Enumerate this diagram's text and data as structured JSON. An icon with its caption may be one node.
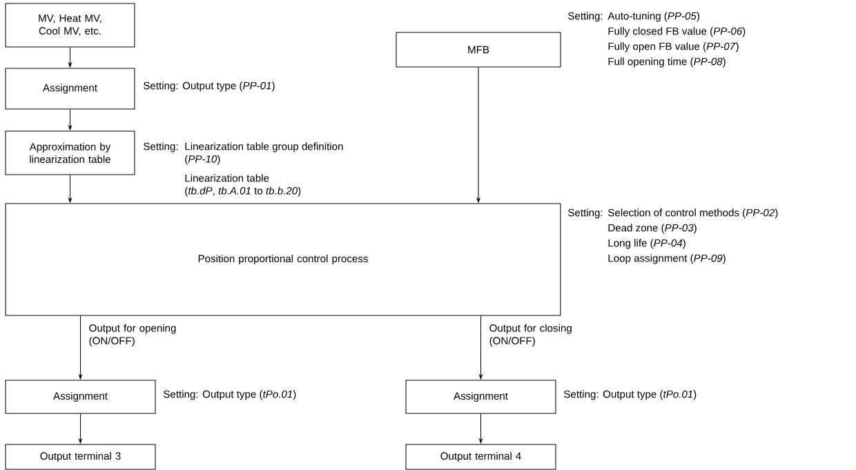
{
  "diagram": {
    "nodes": [
      {
        "text": [
          "MV, Heat MV, Cool MV, etc."
        ]
      },
      {
        "text": [
          "Assignment"
        ]
      },
      {
        "text": [
          "Approximation by linearization table"
        ]
      },
      {
        "text": [
          "MFB"
        ]
      },
      {
        "text": [
          "Position proportional control process"
        ]
      },
      {
        "text": [
          "Assignment"
        ]
      },
      {
        "text": [
          "Output terminal 3"
        ]
      },
      {
        "text": [
          "Assignment"
        ]
      },
      {
        "text": [
          "Output terminal 4"
        ]
      }
    ],
    "edges": [
      {
        "from": 0,
        "to": 1,
        "arrow": "to"
      },
      {
        "from": 1,
        "to": 2,
        "arrow": "to"
      },
      {
        "from": 2,
        "to": 4,
        "arrow": "to"
      },
      {
        "from": 3,
        "to": 4,
        "arrow": "to"
      },
      {
        "from": 4,
        "to": 5,
        "arrow": "to",
        "label": "Output for opening (ON/OFF)"
      },
      {
        "from": 5,
        "to": 6,
        "arrow": "to"
      },
      {
        "from": 4,
        "to": 7,
        "arrow": "to",
        "label": "Output for closing (ON/OFF)"
      },
      {
        "from": 7,
        "to": 8,
        "arrow": "to"
      }
    ],
    "labels": [
      "Setting:",
      "Auto-tuning (*PP-05*)",
      "Fully closed FB value (*PP-06*)",
      "Fully open FB value (*PP-07*)",
      "Full opening time (*PP-08*)",
      "Setting: Output type (*PP-01*)",
      "Setting:",
      "Linearization table group definition (*PP-10*)",
      "Linearization table (*tb.dP*, *tb.A.01* to *tb.b.20*)",
      "Setting:",
      "Selection of control methods (*PP-02*)",
      "Dead zone (*PP-03*)",
      "Long life (*PP-04*)",
      "Loop assignment (*PP-09*)",
      "Setting: Output type (*tPo.01*)",
      "Setting: Output type (*tPo.01*)"
    ]
  }
}
